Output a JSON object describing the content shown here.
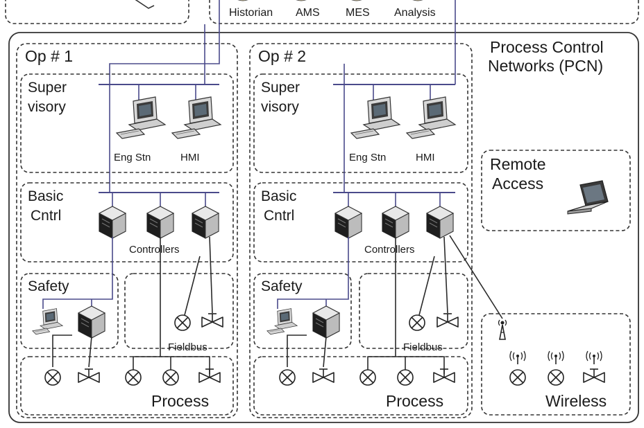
{
  "top": {
    "items": [
      "Historian",
      "AMS",
      "MES",
      "Analysis"
    ]
  },
  "pcn": {
    "title_line1": "Process Control",
    "title_line2": "Networks (PCN)"
  },
  "ops": [
    {
      "title": "Op # 1",
      "supervisory": [
        "Super",
        "visory"
      ],
      "eng_stn": "Eng Stn",
      "hmi": "HMI",
      "basic": [
        "Basic",
        "Cntrl"
      ],
      "controllers": "Controllers",
      "safety": "Safety",
      "fieldbus": "Fieldbus",
      "process": "Process"
    },
    {
      "title": "Op # 2",
      "supervisory": [
        "Super",
        "visory"
      ],
      "eng_stn": "Eng Stn",
      "hmi": "HMI",
      "basic": [
        "Basic",
        "Cntrl"
      ],
      "controllers": "Controllers",
      "safety": "Safety",
      "fieldbus": "Fieldbus",
      "process": "Process"
    }
  ],
  "remote": {
    "line1": "Remote",
    "line2": "Access"
  },
  "wireless": {
    "label": "Wireless"
  },
  "icons": [
    "workstation-icon",
    "controller-icon",
    "sensor-icon",
    "valve-icon",
    "laptop-icon",
    "antenna-icon",
    "database-icon"
  ]
}
